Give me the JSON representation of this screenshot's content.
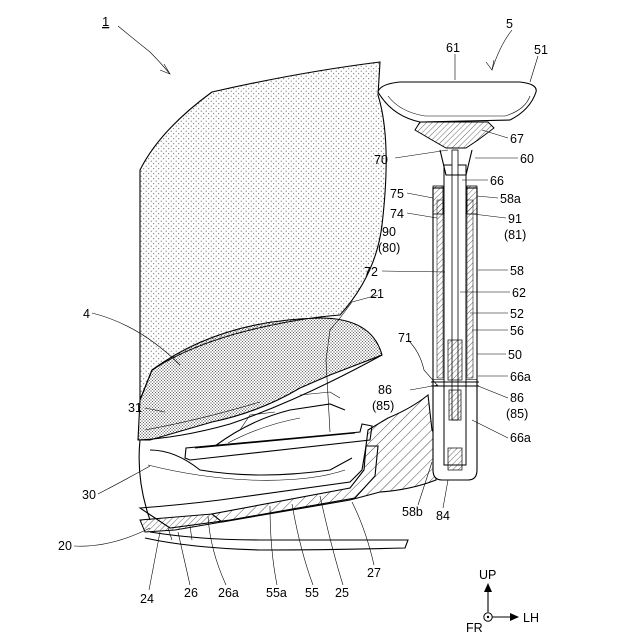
{
  "figure": {
    "reference_numbers": [
      {
        "key": "n1",
        "text": "1"
      },
      {
        "key": "n5",
        "text": "5"
      },
      {
        "key": "n61",
        "text": "61"
      },
      {
        "key": "n51",
        "text": "51"
      },
      {
        "key": "n67",
        "text": "67"
      },
      {
        "key": "n70",
        "text": "70"
      },
      {
        "key": "n60",
        "text": "60"
      },
      {
        "key": "n66",
        "text": "66"
      },
      {
        "key": "n75",
        "text": "75"
      },
      {
        "key": "n58a",
        "text": "58a"
      },
      {
        "key": "n74",
        "text": "74"
      },
      {
        "key": "n91",
        "text": "91"
      },
      {
        "key": "n90",
        "text": "90"
      },
      {
        "key": "n81",
        "text": "(81)"
      },
      {
        "key": "n80",
        "text": "(80)"
      },
      {
        "key": "n72",
        "text": "72"
      },
      {
        "key": "n58",
        "text": "58"
      },
      {
        "key": "n21",
        "text": "21"
      },
      {
        "key": "n62",
        "text": "62"
      },
      {
        "key": "n4",
        "text": "4"
      },
      {
        "key": "n52",
        "text": "52"
      },
      {
        "key": "n56",
        "text": "56"
      },
      {
        "key": "n71",
        "text": "71"
      },
      {
        "key": "n50",
        "text": "50"
      },
      {
        "key": "n66a_top",
        "text": "66a"
      },
      {
        "key": "n86_l",
        "text": "86"
      },
      {
        "key": "n85_l",
        "text": "(85)"
      },
      {
        "key": "n86_r",
        "text": "86"
      },
      {
        "key": "n85_r",
        "text": "(85)"
      },
      {
        "key": "n31",
        "text": "31"
      },
      {
        "key": "n66a_bot",
        "text": "66a"
      },
      {
        "key": "n30",
        "text": "30"
      },
      {
        "key": "n58b",
        "text": "58b"
      },
      {
        "key": "n84",
        "text": "84"
      },
      {
        "key": "n20",
        "text": "20"
      },
      {
        "key": "n27",
        "text": "27"
      },
      {
        "key": "n24",
        "text": "24"
      },
      {
        "key": "n26",
        "text": "26"
      },
      {
        "key": "n26a",
        "text": "26a"
      },
      {
        "key": "n55a",
        "text": "55a"
      },
      {
        "key": "n55",
        "text": "55"
      },
      {
        "key": "n25",
        "text": "25"
      }
    ],
    "directions": {
      "up": "UP",
      "front": "FR",
      "left": "LH"
    }
  }
}
